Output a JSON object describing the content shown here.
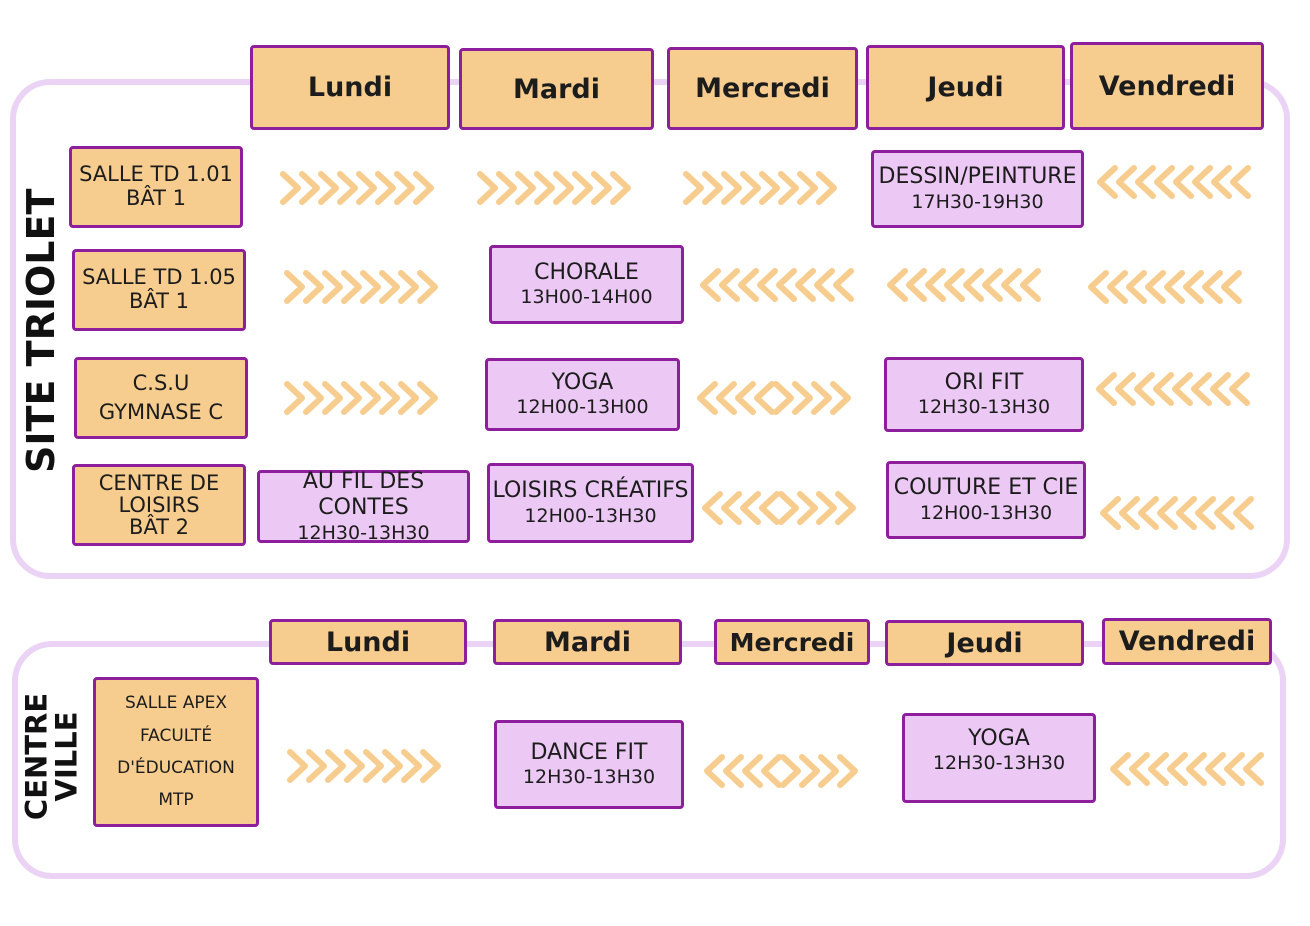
{
  "colors": {
    "day_fill": "#f7cd8f",
    "room_fill": "#f7cd8f",
    "activity_fill": "#ecc8f4",
    "border": "#8e1f9c",
    "panel_border": "#ead3f4",
    "arrow": "#f7cd8f"
  },
  "site_triolet": {
    "label": "SITE TRIOLET",
    "days": [
      "Lundi",
      "Mardi",
      "Mercredi",
      "Jeudi",
      "Vendredi"
    ],
    "rooms": [
      {
        "line1": "SALLE TD 1.01",
        "line2": "BÂT 1",
        "line3": ""
      },
      {
        "line1": "SALLE TD 1.05",
        "line2": "BÂT 1",
        "line3": ""
      },
      {
        "line1": "C.S.U",
        "line2": "GYMNASE C",
        "line3": ""
      },
      {
        "line1": "CENTRE DE",
        "line2": "LOISIRS",
        "line3": "BÂT 2"
      }
    ],
    "activities": {
      "dessin": {
        "title": "DESSIN/PEINTURE",
        "hours": "17H30-19H30"
      },
      "chorale": {
        "title": "CHORALE",
        "hours": "13H00-14H00"
      },
      "yoga": {
        "title": "YOGA",
        "hours": "12H00-13H00"
      },
      "orifit": {
        "title": "ORI FIT",
        "hours": "12H30-13H30"
      },
      "contes": {
        "title": "AU FIL DES CONTES",
        "hours": "12H30-13H30"
      },
      "loisirs": {
        "title": "LOISIRS CRÉATIFS",
        "hours": "12H00-13H30"
      },
      "couture": {
        "title": "COUTURE ET CIE",
        "hours": "12H00-13H30"
      }
    }
  },
  "centre_ville": {
    "label_line1": "CENTRE",
    "label_line2": "VILLE",
    "days": [
      "Lundi",
      "Mardi",
      "Mercredi",
      "Jeudi",
      "Vendredi"
    ],
    "room": {
      "line1": "SALLE APEX",
      "line2": "FACULTÉ",
      "line3": "D'ÉDUCATION",
      "line4": "MTP"
    },
    "activities": {
      "dancefit": {
        "title": "DANCE FIT",
        "hours": "12H30-13H30"
      },
      "yoga": {
        "title": "YOGA",
        "hours": "12H30-13H30"
      }
    }
  },
  "icons": [
    "arrow-right-chevrons-icon",
    "arrow-left-chevrons-icon",
    "arrow-converge-chevrons-icon"
  ]
}
